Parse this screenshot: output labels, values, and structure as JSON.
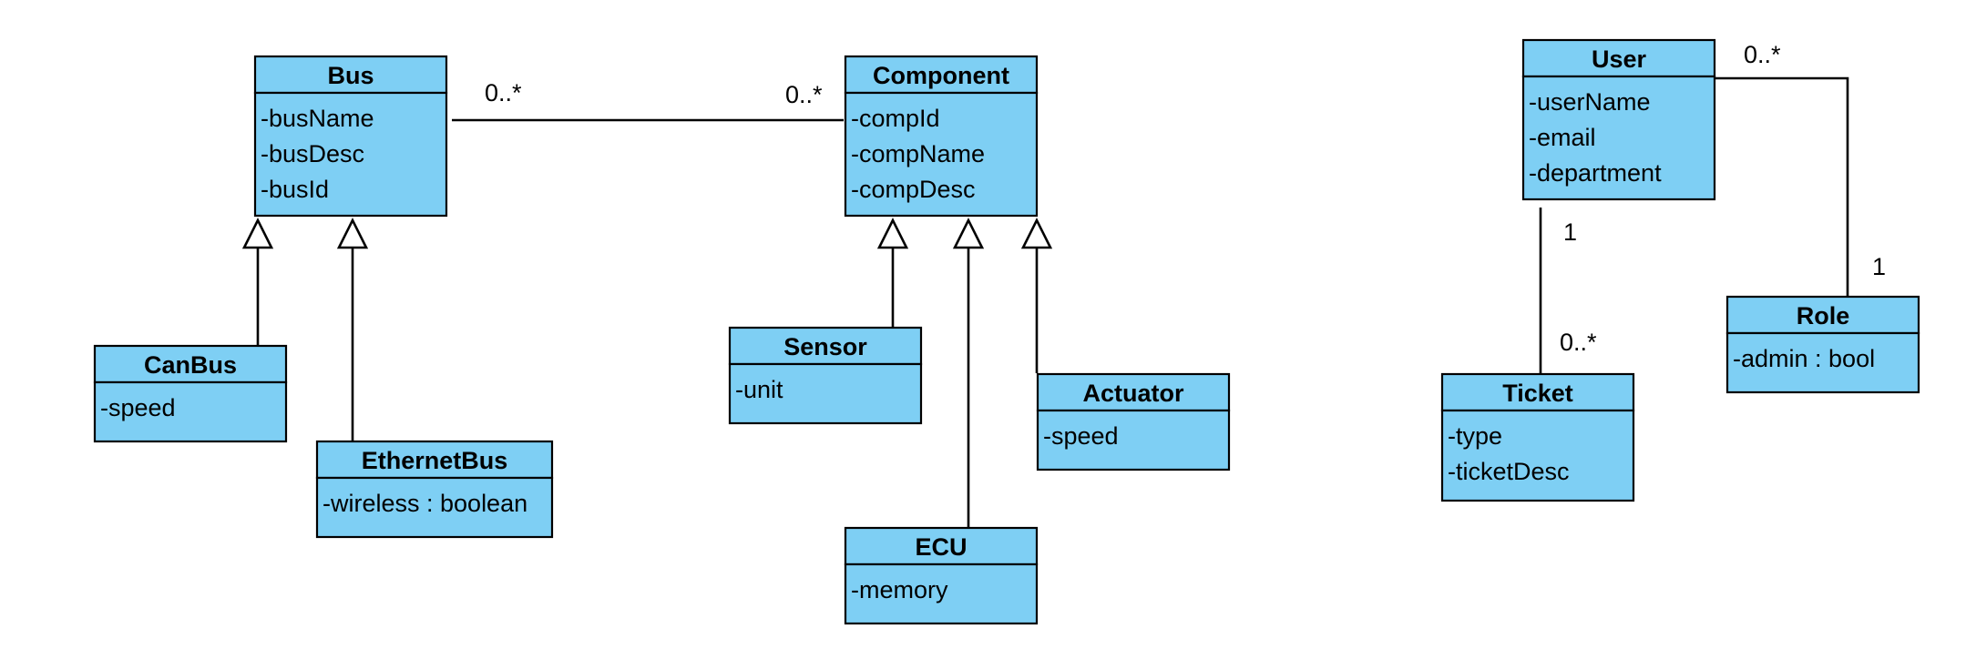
{
  "colors": {
    "class_fill": "#7ecff4",
    "stroke": "#000000",
    "background": "#ffffff"
  },
  "classes": {
    "bus": {
      "name": "Bus",
      "attrs": [
        "-busName",
        "-busDesc",
        "-busId"
      ]
    },
    "component": {
      "name": "Component",
      "attrs": [
        "-compId",
        "-compName",
        "-compDesc"
      ]
    },
    "canbus": {
      "name": "CanBus",
      "attrs": [
        "-speed"
      ]
    },
    "ethernetbus": {
      "name": "EthernetBus",
      "attrs": [
        "-wireless : boolean"
      ]
    },
    "sensor": {
      "name": "Sensor",
      "attrs": [
        "-unit"
      ]
    },
    "actuator": {
      "name": "Actuator",
      "attrs": [
        "-speed"
      ]
    },
    "ecu": {
      "name": "ECU",
      "attrs": [
        "-memory"
      ]
    },
    "user": {
      "name": "User",
      "attrs": [
        "-userName",
        "-email",
        "-department"
      ]
    },
    "ticket": {
      "name": "Ticket",
      "attrs": [
        "-type",
        "-ticketDesc"
      ]
    },
    "role": {
      "name": "Role",
      "attrs": [
        "-admin : bool"
      ]
    }
  },
  "associations": {
    "bus_component": {
      "bus_end": "0..*",
      "component_end": "0..*"
    },
    "user_role": {
      "user_end": "0..*",
      "role_end": "1"
    },
    "user_ticket": {
      "user_end": "1",
      "ticket_end": "0..*"
    }
  }
}
